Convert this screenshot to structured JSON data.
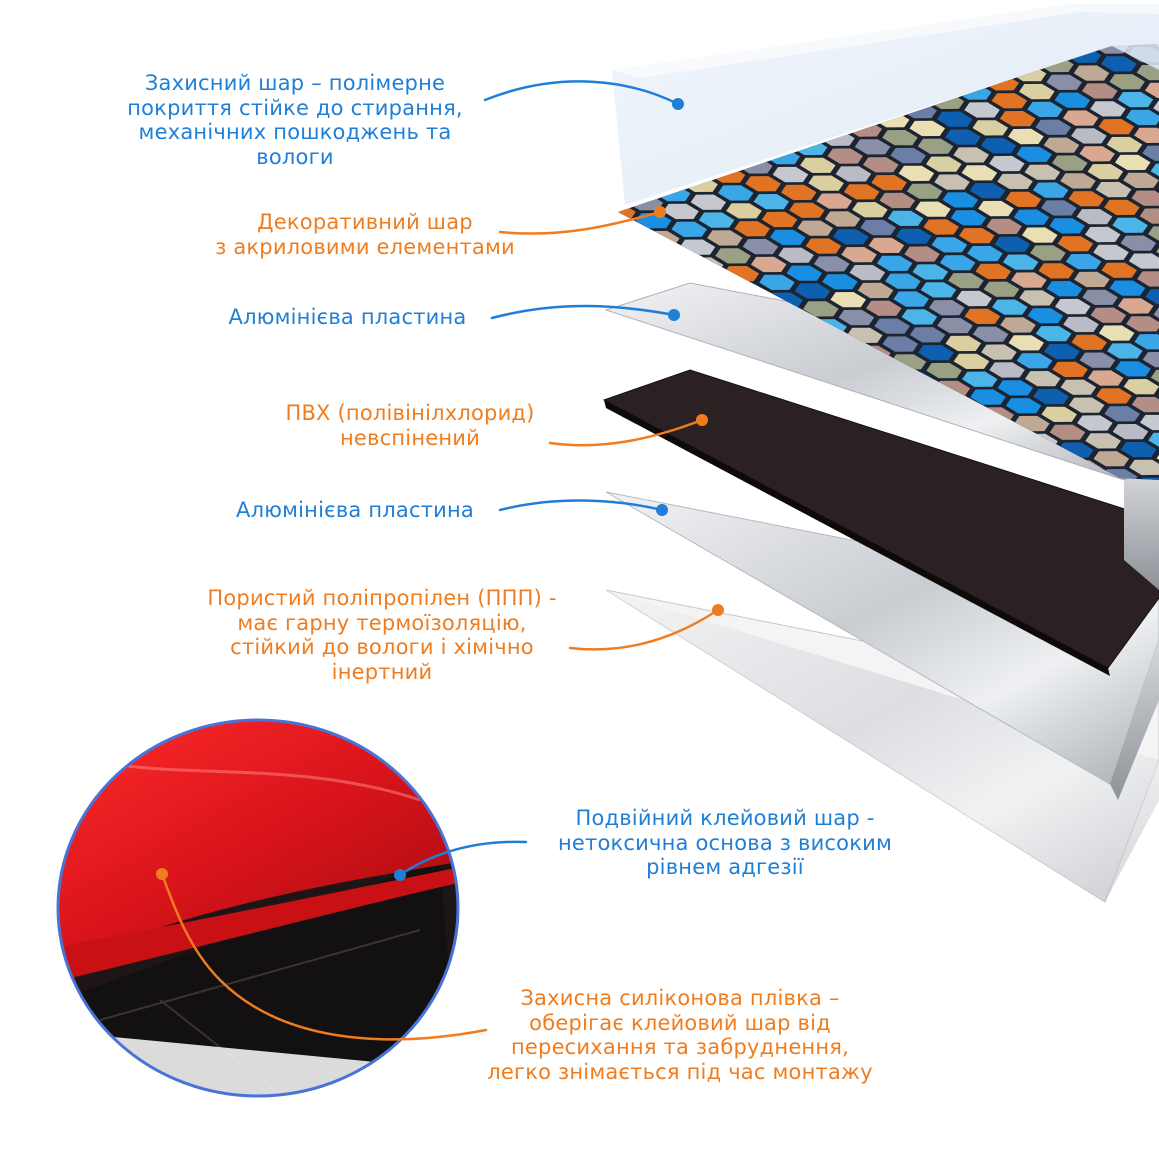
{
  "colors": {
    "blue": "#1f7fd6",
    "orange": "#ef7d1f",
    "red_film": "#e0161c",
    "pvc": "#2a2020"
  },
  "hex_palette": [
    "#1a8ee0",
    "#3aa6e8",
    "#0f5fb0",
    "#d9cfa0",
    "#e9dfb4",
    "#c0a994",
    "#b48e84",
    "#e07424",
    "#8a8fa8",
    "#b9bcc4",
    "#9aa084",
    "#c8c0b0",
    "#6a7ea6",
    "#d8a890",
    "#4bb5e8",
    "#c5c9cf"
  ],
  "layers": [
    {
      "id": "protective",
      "lines": [
        "Захисний шар – полімерне",
        "покриття стійке до стирання,",
        "механічних пошкоджень та",
        "вологи"
      ],
      "color": "blue"
    },
    {
      "id": "decorative",
      "lines": [
        "Декоративний шар",
        "з акриловими елементами"
      ],
      "color": "orange"
    },
    {
      "id": "aluminium1",
      "lines": [
        "Алюмінієва пластина"
      ],
      "color": "blue"
    },
    {
      "id": "pvc",
      "lines": [
        "ПВХ (полівінілхлорид)",
        "невспінений"
      ],
      "color": "orange"
    },
    {
      "id": "aluminium2",
      "lines": [
        "Алюмінієва пластина"
      ],
      "color": "blue"
    },
    {
      "id": "polypropylene",
      "lines": [
        "Пористий поліпропілен (ППП) -",
        "має гарну термоїзоляцію,",
        "стійкий до вологи і хімічно",
        "інертний"
      ],
      "color": "orange"
    },
    {
      "id": "adhesive",
      "lines": [
        "Подвійний клейовий шар -",
        "нетоксична основа з високим",
        "рівнем адгезії"
      ],
      "color": "blue"
    },
    {
      "id": "silicone",
      "lines": [
        "Захисна силіконова плівка –",
        "оберігає клейовий шар від",
        "пересихання та забруднення,",
        "легко знімається під час монтажу"
      ],
      "color": "orange"
    }
  ]
}
